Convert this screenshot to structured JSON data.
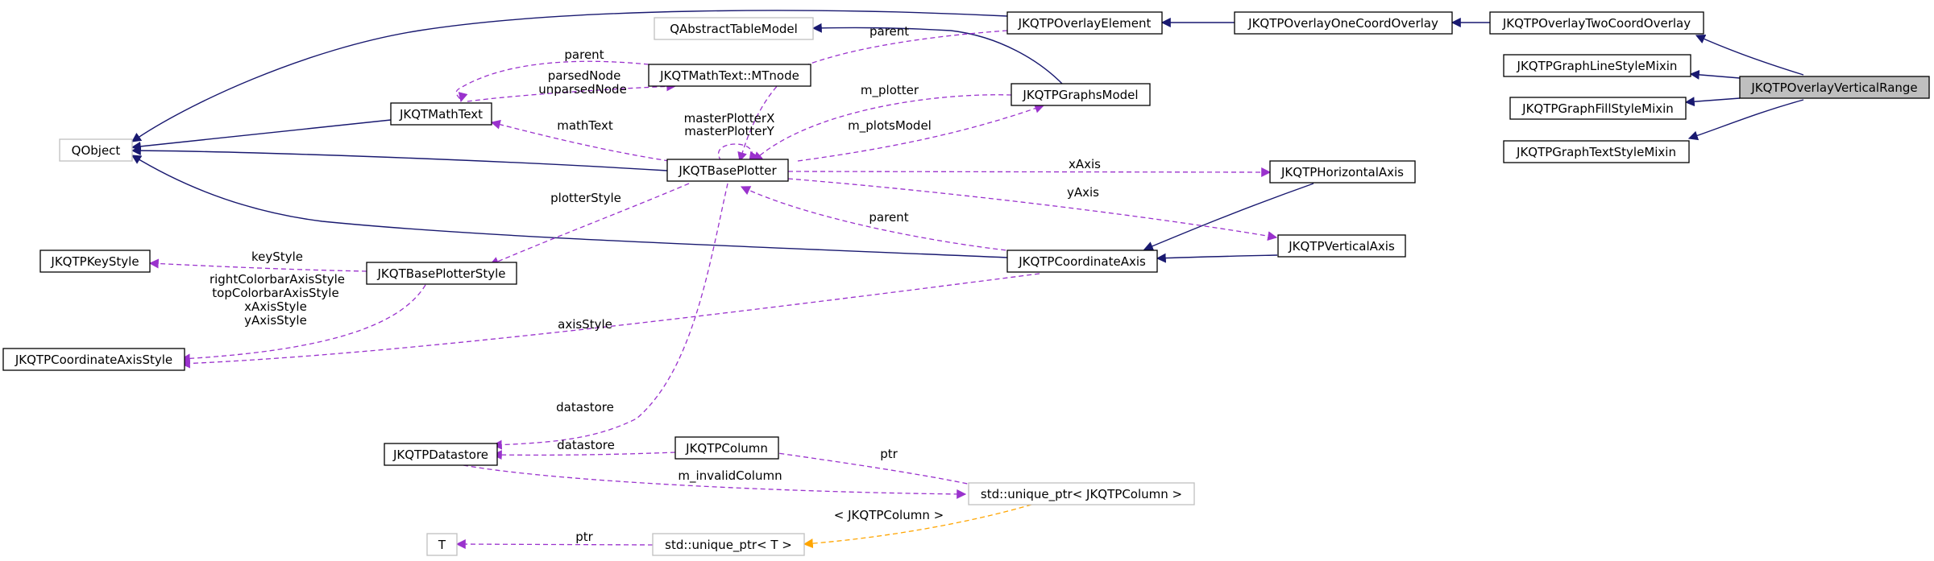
{
  "nodes": {
    "overlay_vertical_range": "JKQTPOverlayVerticalRange",
    "overlay_two_coord": "JKQTPOverlayTwoCoordOverlay",
    "overlay_one_coord": "JKQTPOverlayOneCoordOverlay",
    "overlay_element": "JKQTPOverlayElement",
    "graph_line_style_mixin": "JKQTPGraphLineStyleMixin",
    "graph_fill_style_mixin": "JKQTPGraphFillStyleMixin",
    "graph_text_style_mixin": "JKQTPGraphTextStyleMixin",
    "qabstract_table_model": "QAbstractTableModel",
    "math_text_mtnode": "JKQTMathText::MTnode",
    "graphs_model": "JKQTPGraphsModel",
    "math_text": "JKQTMathText",
    "qobject": "QObject",
    "base_plotter": "JKQTBasePlotter",
    "horizontal_axis": "JKQTPHorizontalAxis",
    "vertical_axis": "JKQTPVerticalAxis",
    "coordinate_axis": "JKQTPCoordinateAxis",
    "key_style": "JKQTPKeyStyle",
    "base_plotter_style": "JKQTBasePlotterStyle",
    "coordinate_axis_style": "JKQTPCoordinateAxisStyle",
    "datastore": "JKQTPDatastore",
    "column": "JKQTPColumn",
    "unique_ptr_column": "std::unique_ptr< JKQTPColumn >",
    "t": "T",
    "unique_ptr_t": "std::unique_ptr< T >"
  },
  "edge_labels": {
    "parent_overlay": "parent",
    "parent_mathtext": "parent",
    "parsed_node": "parsedNode",
    "unparsed_node": "unparsedNode",
    "m_plotter": "m_plotter",
    "master_plotter_x": "masterPlotterX",
    "master_plotter_y": "masterPlotterY",
    "math_text": "mathText",
    "m_plots_model": "m_plotsModel",
    "x_axis": "xAxis",
    "y_axis": "yAxis",
    "plotter_style": "plotterStyle",
    "parent_axis": "parent",
    "key_style": "keyStyle",
    "right_colorbar_axis_style": "rightColorbarAxisStyle",
    "top_colorbar_axis_style": "topColorbarAxisStyle",
    "x_axis_style": "xAxisStyle",
    "y_axis_style": "yAxisStyle",
    "axis_style": "axisStyle",
    "datastore_plotter": "datastore",
    "datastore_column": "datastore",
    "ptr_column": "ptr",
    "m_invalid_column": "m_invalidColumn",
    "template_arg": "< JKQTPColumn >",
    "ptr_t": "ptr"
  },
  "colors": {
    "inheritance": "#191970",
    "usage": "#9a32cd",
    "template": "#ffa500",
    "focus_fill": "#bfbfbf",
    "external_border": "#bfbfbf"
  }
}
